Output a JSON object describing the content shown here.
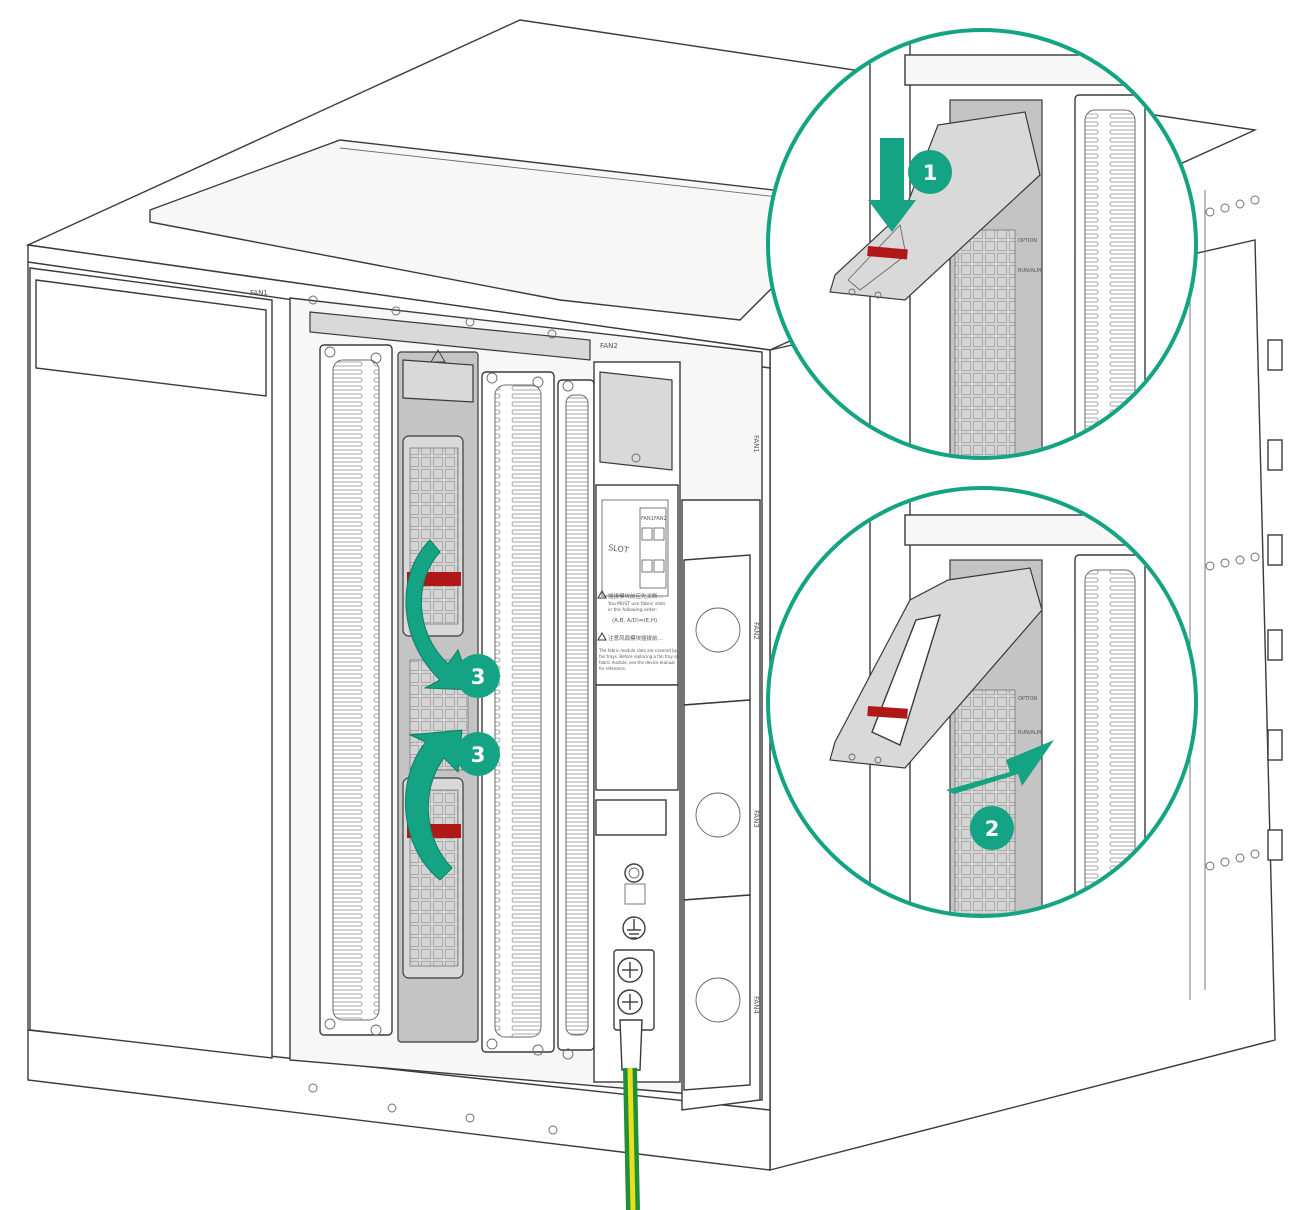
{
  "colors": {
    "accent": "#14a383",
    "latch": "#b01818",
    "ground_green": "#1f8f3a",
    "ground_yellow": "#e8e01a",
    "line": "#3a3a3a"
  },
  "labels": {
    "fan1": "FAN1",
    "fan2": "FAN2",
    "side_fan1": "FAN1",
    "side_fan2": "FAN2",
    "side_fan3": "FAN3",
    "side_fan4": "FAN4",
    "slot": "SLOT",
    "grid_fan1": "FAN1",
    "grid_fan2": "FAN2",
    "warn1_cn": "插拔模块前应先关断…",
    "warn1_en1": "You MUST use fabric slots",
    "warn1_en2": "in the following order:",
    "warn1_order": "(A,B, A/D)⇔(E,H)",
    "warn2_cn": "注意风扇模块插拔前…",
    "warn2_en1": "The fabric module slots are covered by",
    "warn2_en2": "fan trays. Before replacing a fan tray of",
    "warn2_en3": "fabric module, see the device manual",
    "warn2_en4": "for reference.",
    "detail_option": "OPTION",
    "detail_runalm": "RUN/ALM"
  },
  "steps": [
    {
      "id": "step-1",
      "label": "1"
    },
    {
      "id": "step-2",
      "label": "2"
    },
    {
      "id": "step-3a",
      "label": "3"
    },
    {
      "id": "step-3b",
      "label": "3"
    }
  ]
}
